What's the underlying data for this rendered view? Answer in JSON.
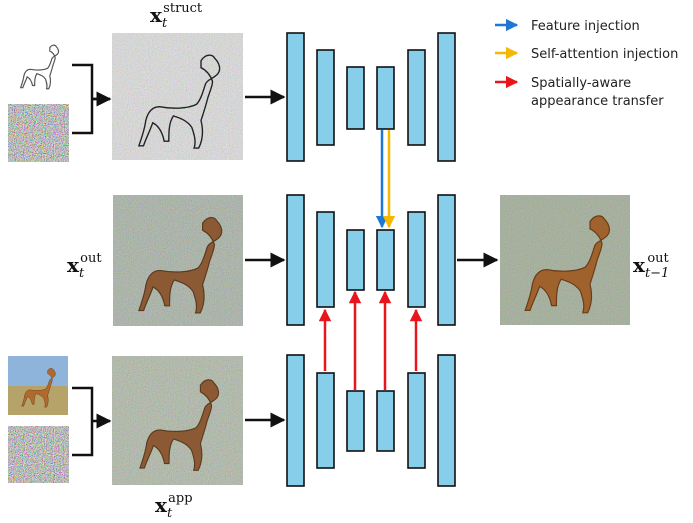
{
  "legend": {
    "items": [
      {
        "label": "Feature injection",
        "color": "#1f77d4"
      },
      {
        "label": "Self-attention injection",
        "color": "#f5b800"
      },
      {
        "label": "Spatially-aware",
        "label2": "appearance transfer",
        "color": "#e8161c"
      }
    ]
  },
  "labels": {
    "struct": {
      "base": "x",
      "sub": "t",
      "sup": "struct"
    },
    "out": {
      "base": "x",
      "sub": "t",
      "sup": "out"
    },
    "app": {
      "base": "x",
      "sub": "t",
      "sup": "app"
    },
    "out_prev": {
      "base": "x",
      "sub": "t−1",
      "sup": "out"
    }
  },
  "icons": {
    "struct_sketch": "horse-sketch-icon",
    "app_photo": "horse-photo-icon",
    "noise": "noise-image"
  },
  "colors": {
    "block": "#87CEEB",
    "feature": "#1f77d4",
    "attention": "#f5b800",
    "transfer": "#e8161c"
  }
}
